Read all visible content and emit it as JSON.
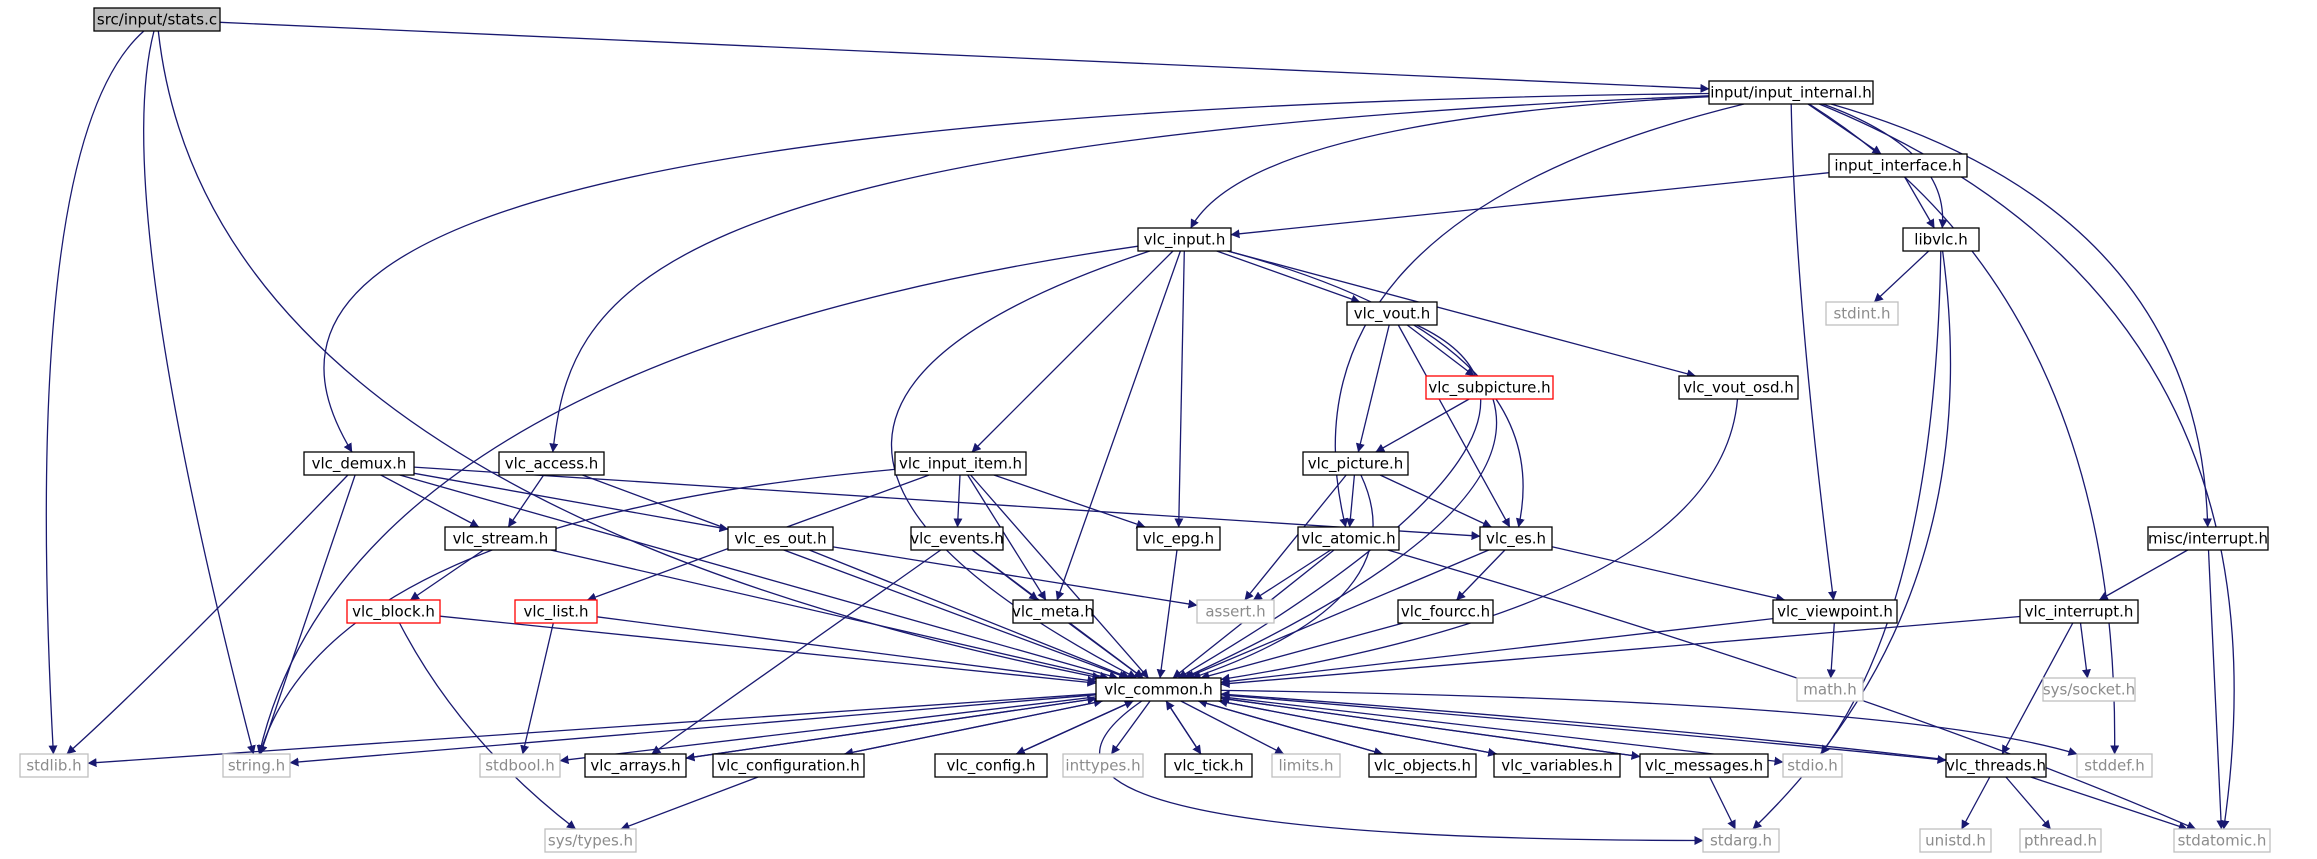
{
  "diagram": {
    "nodes": [
      {
        "id": "stats_c",
        "label": "src/input/stats.c",
        "style": "root"
      },
      {
        "id": "input_internal",
        "label": "input/input_internal.h",
        "style": "normal"
      },
      {
        "id": "input_interface",
        "label": "input_interface.h",
        "style": "normal"
      },
      {
        "id": "libvlc",
        "label": "libvlc.h",
        "style": "normal"
      },
      {
        "id": "stdint",
        "label": "stdint.h",
        "style": "system"
      },
      {
        "id": "vlc_input",
        "label": "vlc_input.h",
        "style": "normal"
      },
      {
        "id": "vlc_vout",
        "label": "vlc_vout.h",
        "style": "normal"
      },
      {
        "id": "vlc_subpicture",
        "label": "vlc_subpicture.h",
        "style": "missing"
      },
      {
        "id": "vlc_vout_osd",
        "label": "vlc_vout_osd.h",
        "style": "normal"
      },
      {
        "id": "vlc_demux",
        "label": "vlc_demux.h",
        "style": "normal"
      },
      {
        "id": "vlc_access",
        "label": "vlc_access.h",
        "style": "normal"
      },
      {
        "id": "vlc_input_item",
        "label": "vlc_input_item.h",
        "style": "normal"
      },
      {
        "id": "vlc_picture",
        "label": "vlc_picture.h",
        "style": "normal"
      },
      {
        "id": "misc_interrupt",
        "label": "misc/interrupt.h",
        "style": "normal"
      },
      {
        "id": "vlc_stream",
        "label": "vlc_stream.h",
        "style": "normal"
      },
      {
        "id": "vlc_es_out",
        "label": "vlc_es_out.h",
        "style": "normal"
      },
      {
        "id": "vlc_events",
        "label": "vlc_events.h",
        "style": "normal"
      },
      {
        "id": "vlc_epg",
        "label": "vlc_epg.h",
        "style": "normal"
      },
      {
        "id": "vlc_atomic",
        "label": "vlc_atomic.h",
        "style": "normal"
      },
      {
        "id": "vlc_es",
        "label": "vlc_es.h",
        "style": "normal"
      },
      {
        "id": "vlc_block",
        "label": "vlc_block.h",
        "style": "missing"
      },
      {
        "id": "vlc_list",
        "label": "vlc_list.h",
        "style": "missing"
      },
      {
        "id": "vlc_meta",
        "label": "vlc_meta.h",
        "style": "normal"
      },
      {
        "id": "assert",
        "label": "assert.h",
        "style": "system"
      },
      {
        "id": "vlc_fourcc",
        "label": "vlc_fourcc.h",
        "style": "normal"
      },
      {
        "id": "vlc_viewpoint",
        "label": "vlc_viewpoint.h",
        "style": "normal"
      },
      {
        "id": "vlc_interrupt",
        "label": "vlc_interrupt.h",
        "style": "normal"
      },
      {
        "id": "math",
        "label": "math.h",
        "style": "system"
      },
      {
        "id": "sys_socket",
        "label": "sys/socket.h",
        "style": "system"
      },
      {
        "id": "vlc_common",
        "label": "vlc_common.h",
        "style": "normal"
      },
      {
        "id": "stdlib",
        "label": "stdlib.h",
        "style": "system"
      },
      {
        "id": "string",
        "label": "string.h",
        "style": "system"
      },
      {
        "id": "stdbool",
        "label": "stdbool.h",
        "style": "system"
      },
      {
        "id": "vlc_arrays",
        "label": "vlc_arrays.h",
        "style": "normal"
      },
      {
        "id": "vlc_configuration",
        "label": "vlc_configuration.h",
        "style": "normal"
      },
      {
        "id": "vlc_config",
        "label": "vlc_config.h",
        "style": "normal"
      },
      {
        "id": "inttypes",
        "label": "inttypes.h",
        "style": "system"
      },
      {
        "id": "vlc_tick",
        "label": "vlc_tick.h",
        "style": "normal"
      },
      {
        "id": "limits",
        "label": "limits.h",
        "style": "system"
      },
      {
        "id": "vlc_objects",
        "label": "vlc_objects.h",
        "style": "normal"
      },
      {
        "id": "vlc_variables",
        "label": "vlc_variables.h",
        "style": "normal"
      },
      {
        "id": "vlc_messages",
        "label": "vlc_messages.h",
        "style": "normal"
      },
      {
        "id": "stdio",
        "label": "stdio.h",
        "style": "system"
      },
      {
        "id": "vlc_threads",
        "label": "vlc_threads.h",
        "style": "normal"
      },
      {
        "id": "stddef",
        "label": "stddef.h",
        "style": "system"
      },
      {
        "id": "sys_types",
        "label": "sys/types.h",
        "style": "system"
      },
      {
        "id": "stdarg",
        "label": "stdarg.h",
        "style": "system"
      },
      {
        "id": "unistd",
        "label": "unistd.h",
        "style": "system"
      },
      {
        "id": "pthread",
        "label": "pthread.h",
        "style": "system"
      },
      {
        "id": "stdatomic",
        "label": "stdatomic.h",
        "style": "system"
      }
    ],
    "edges": [
      [
        "stats_c",
        "input_internal"
      ],
      [
        "stats_c",
        "stdlib"
      ],
      [
        "stats_c",
        "string"
      ],
      [
        "stats_c",
        "vlc_common"
      ],
      [
        "input_internal",
        "vlc_input"
      ],
      [
        "input_internal",
        "vlc_demux"
      ],
      [
        "input_internal",
        "vlc_access"
      ],
      [
        "input_internal",
        "input_interface"
      ],
      [
        "input_internal",
        "libvlc"
      ],
      [
        "input_internal",
        "vlc_atomic"
      ],
      [
        "input_internal",
        "vlc_viewpoint"
      ],
      [
        "input_internal",
        "misc_interrupt"
      ],
      [
        "input_internal",
        "stddef"
      ],
      [
        "input_internal",
        "stdatomic"
      ],
      [
        "input_interface",
        "vlc_input"
      ],
      [
        "input_interface",
        "libvlc"
      ],
      [
        "libvlc",
        "stdint"
      ],
      [
        "libvlc",
        "stdio"
      ],
      [
        "libvlc",
        "stdarg"
      ],
      [
        "vlc_input",
        "vlc_vout"
      ],
      [
        "vlc_input",
        "vlc_vout_osd"
      ],
      [
        "vlc_input",
        "vlc_input_item"
      ],
      [
        "vlc_input",
        "vlc_epg"
      ],
      [
        "vlc_input",
        "vlc_meta"
      ],
      [
        "vlc_input",
        "vlc_es"
      ],
      [
        "vlc_input",
        "string"
      ],
      [
        "vlc_input",
        "vlc_common"
      ],
      [
        "vlc_vout",
        "vlc_subpicture"
      ],
      [
        "vlc_vout",
        "vlc_picture"
      ],
      [
        "vlc_vout",
        "vlc_es"
      ],
      [
        "vlc_vout",
        "vlc_common"
      ],
      [
        "vlc_subpicture",
        "vlc_picture"
      ],
      [
        "vlc_subpicture",
        "vlc_common"
      ],
      [
        "vlc_vout_osd",
        "vlc_common"
      ],
      [
        "vlc_demux",
        "vlc_stream"
      ],
      [
        "vlc_demux",
        "vlc_es_out"
      ],
      [
        "vlc_demux",
        "vlc_es"
      ],
      [
        "vlc_demux",
        "stdlib"
      ],
      [
        "vlc_demux",
        "string"
      ],
      [
        "vlc_demux",
        "vlc_common"
      ],
      [
        "vlc_access",
        "vlc_stream"
      ],
      [
        "vlc_access",
        "vlc_common"
      ],
      [
        "vlc_input_item",
        "vlc_epg"
      ],
      [
        "vlc_input_item",
        "vlc_events"
      ],
      [
        "vlc_input_item",
        "vlc_meta"
      ],
      [
        "vlc_input_item",
        "vlc_list"
      ],
      [
        "vlc_input_item",
        "string"
      ],
      [
        "vlc_input_item",
        "vlc_common"
      ],
      [
        "vlc_picture",
        "vlc_atomic"
      ],
      [
        "vlc_picture",
        "vlc_es"
      ],
      [
        "vlc_picture",
        "assert"
      ],
      [
        "vlc_picture",
        "vlc_common"
      ],
      [
        "vlc_stream",
        "vlc_block"
      ],
      [
        "vlc_stream",
        "vlc_common"
      ],
      [
        "vlc_es_out",
        "assert"
      ],
      [
        "vlc_es_out",
        "vlc_common"
      ],
      [
        "vlc_events",
        "vlc_meta"
      ],
      [
        "vlc_events",
        "vlc_arrays"
      ],
      [
        "vlc_events",
        "vlc_common"
      ],
      [
        "vlc_epg",
        "vlc_common"
      ],
      [
        "vlc_atomic",
        "assert"
      ],
      [
        "vlc_atomic",
        "stdatomic"
      ],
      [
        "vlc_atomic",
        "vlc_common"
      ],
      [
        "vlc_es",
        "vlc_fourcc"
      ],
      [
        "vlc_es",
        "vlc_viewpoint"
      ],
      [
        "vlc_es",
        "vlc_common"
      ],
      [
        "vlc_block",
        "sys_types"
      ],
      [
        "vlc_block",
        "vlc_common"
      ],
      [
        "vlc_list",
        "stdbool"
      ],
      [
        "vlc_list",
        "vlc_common"
      ],
      [
        "vlc_meta",
        "vlc_common"
      ],
      [
        "vlc_fourcc",
        "vlc_common"
      ],
      [
        "vlc_viewpoint",
        "math"
      ],
      [
        "vlc_viewpoint",
        "vlc_common"
      ],
      [
        "misc_interrupt",
        "vlc_interrupt"
      ],
      [
        "misc_interrupt",
        "stdatomic"
      ],
      [
        "vlc_interrupt",
        "sys_socket"
      ],
      [
        "vlc_interrupt",
        "vlc_threads"
      ],
      [
        "vlc_interrupt",
        "vlc_common"
      ],
      [
        "vlc_common",
        "stdlib"
      ],
      [
        "vlc_common",
        "string"
      ],
      [
        "vlc_common",
        "stdbool"
      ],
      [
        "vlc_common",
        "vlc_arrays"
      ],
      [
        "vlc_common",
        "vlc_configuration"
      ],
      [
        "vlc_common",
        "vlc_config"
      ],
      [
        "vlc_common",
        "inttypes"
      ],
      [
        "vlc_common",
        "vlc_tick"
      ],
      [
        "vlc_common",
        "limits"
      ],
      [
        "vlc_common",
        "vlc_objects"
      ],
      [
        "vlc_common",
        "vlc_variables"
      ],
      [
        "vlc_common",
        "vlc_messages"
      ],
      [
        "vlc_common",
        "stdio"
      ],
      [
        "vlc_common",
        "vlc_threads"
      ],
      [
        "vlc_common",
        "stddef"
      ],
      [
        "vlc_common",
        "stdarg"
      ],
      [
        "vlc_arrays",
        "vlc_common"
      ],
      [
        "vlc_configuration",
        "vlc_common"
      ],
      [
        "vlc_configuration",
        "sys_types"
      ],
      [
        "vlc_config",
        "vlc_common"
      ],
      [
        "vlc_tick",
        "vlc_common"
      ],
      [
        "vlc_objects",
        "vlc_common"
      ],
      [
        "vlc_variables",
        "vlc_common"
      ],
      [
        "vlc_messages",
        "vlc_common"
      ],
      [
        "vlc_messages",
        "stdarg"
      ],
      [
        "vlc_threads",
        "vlc_common"
      ],
      [
        "vlc_threads",
        "unistd"
      ],
      [
        "vlc_threads",
        "pthread"
      ],
      [
        "vlc_threads",
        "stdatomic"
      ]
    ],
    "colors": {
      "edge": "#191970",
      "node_border": "#000000",
      "system_border": "#bfbfbf",
      "system_text": "#8c8c8c",
      "missing_border": "#ff0000",
      "root_fill": "#bfbfbf"
    }
  }
}
